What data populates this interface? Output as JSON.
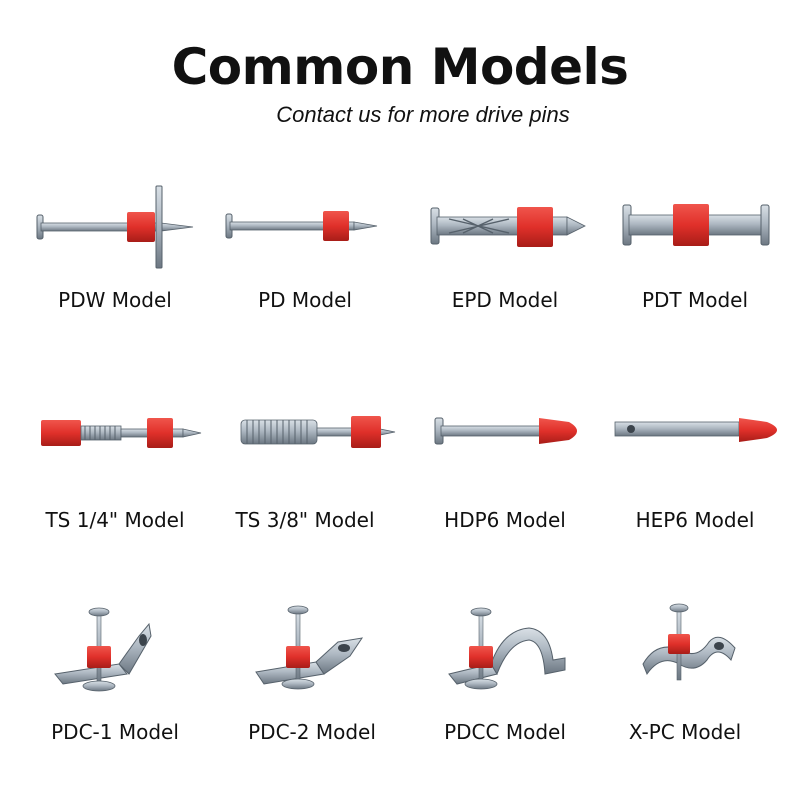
{
  "header": {
    "title": "Common Models",
    "subtitle": "Contact us for more drive pins"
  },
  "colors": {
    "steel": "#aeb8c2",
    "steel_dark": "#56616b",
    "washer_red": "#e0302a",
    "cap_red": "#d62a22"
  },
  "models": [
    {
      "label": "PDW Model",
      "icon": "pdw-pin-icon"
    },
    {
      "label": "PD Model",
      "icon": "pd-pin-icon"
    },
    {
      "label": "EPD Model",
      "icon": "epd-pin-icon"
    },
    {
      "label": "PDT Model",
      "icon": "pdt-pin-icon"
    },
    {
      "label": "TS 1/4\" Model",
      "icon": "ts-quarter-pin-icon"
    },
    {
      "label": "TS 3/8\" Model",
      "icon": "ts-three-eighths-pin-icon"
    },
    {
      "label": "HDP6 Model",
      "icon": "hdp6-pin-icon"
    },
    {
      "label": "HEP6 Model",
      "icon": "hep6-pin-icon"
    },
    {
      "label": "PDC-1 Model",
      "icon": "pdc1-clip-pin-icon"
    },
    {
      "label": "PDC-2 Model",
      "icon": "pdc2-clip-pin-icon"
    },
    {
      "label": "PDCC Model",
      "icon": "pdcc-clip-pin-icon"
    },
    {
      "label": "X-PC Model",
      "icon": "xpc-clip-pin-icon"
    }
  ]
}
